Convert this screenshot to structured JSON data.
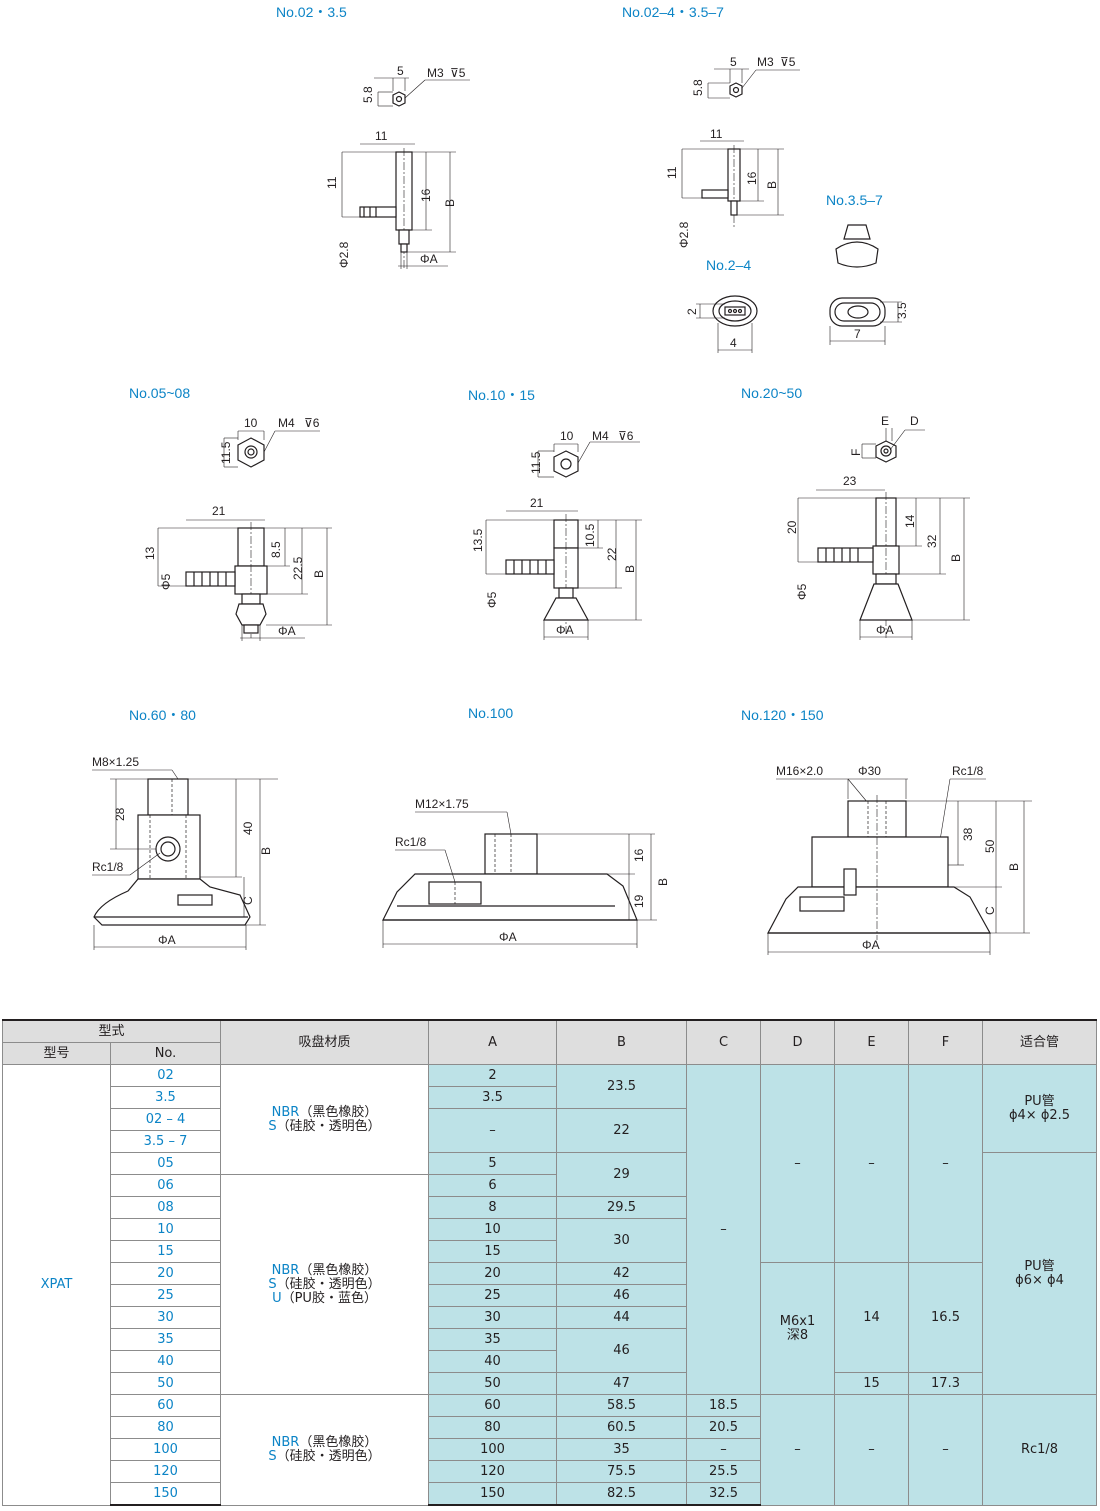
{
  "drawings": {
    "d1": {
      "title": "No.02・3.5",
      "dims": {
        "w": "5",
        "thread": "M3",
        "depth": "5",
        "h": "5.8",
        "off": "11",
        "h2": "11",
        "l": "16",
        "b": "B",
        "d": "Φ2.8",
        "a": "ΦA"
      }
    },
    "d2": {
      "title": "No.02–4・3.5–7",
      "dims": {
        "w": "5",
        "thread": "M3",
        "depth": "5",
        "h": "5.8",
        "off": "11",
        "h2": "11",
        "l": "16",
        "b": "B",
        "d": "Φ2.8"
      }
    },
    "d2b": {
      "title": "No.3.5–7",
      "dims": {
        "w": "7",
        "h": "3.5"
      }
    },
    "d2c": {
      "title": "No.2–4",
      "dims": {
        "w": "4",
        "h": "2"
      }
    },
    "d3": {
      "title": "No.05~08",
      "dims": {
        "w": "10",
        "thread": "M4",
        "depth": "6",
        "h": "11.5",
        "off": "21",
        "h2": "13",
        "l1": "8.5",
        "l2": "22.5",
        "b": "B",
        "d": "Φ5",
        "a": "ΦA"
      }
    },
    "d4": {
      "title": "No.10・15",
      "dims": {
        "w": "10",
        "thread": "M4",
        "depth": "6",
        "h": "11.5",
        "off": "21",
        "h2": "13.5",
        "l1": "10.5",
        "l2": "22",
        "b": "B",
        "d": "Φ5",
        "a": "ΦA"
      }
    },
    "d5": {
      "title": "No.20~50",
      "dims": {
        "e": "E",
        "dd": "D",
        "f": "F",
        "off": "23",
        "h2": "20",
        "l1": "14",
        "l2": "32",
        "b": "B",
        "d": "Φ5",
        "a": "ΦA"
      }
    },
    "d6": {
      "title": "No.60・80",
      "dims": {
        "thread": "M8×1.25",
        "h": "28",
        "rc": "Rc1/8",
        "l": "40",
        "b": "B",
        "c": "C",
        "a": "ΦA"
      }
    },
    "d7": {
      "title": "No.100",
      "dims": {
        "thread": "M12×1.75",
        "rc": "Rc1/8",
        "l1": "16",
        "b": "B",
        "l2": "19",
        "a": "ΦA"
      }
    },
    "d8": {
      "title": "No.120・150",
      "dims": {
        "thread": "M16×2.0",
        "phi": "Φ30",
        "rc": "Rc1/8",
        "l1": "38",
        "l2": "50",
        "b": "B",
        "c": "C",
        "a": "ΦA"
      }
    }
  },
  "table": {
    "header": {
      "type_group": "型式",
      "model": "型号",
      "no": "No.",
      "material": "吸盘材质",
      "a": "A",
      "b": "B",
      "c": "C",
      "d": "D",
      "e": "E",
      "f": "F",
      "tube": "适合管"
    },
    "model": "XPAT",
    "rows": [
      {
        "no": "02",
        "a": "2",
        "b": "23.5"
      },
      {
        "no": "3.5",
        "a": "3.5",
        "b": ""
      },
      {
        "no": "02 – 4",
        "a": "–",
        "b": "22"
      },
      {
        "no": "3.5 – 7",
        "a": "",
        "b": ""
      },
      {
        "no": "05",
        "a": "5",
        "b": "29"
      },
      {
        "no": "06",
        "a": "6",
        "b": ""
      },
      {
        "no": "08",
        "a": "8",
        "b": "29.5"
      },
      {
        "no": "10",
        "a": "10",
        "b": "30"
      },
      {
        "no": "15",
        "a": "15",
        "b": ""
      },
      {
        "no": "20",
        "a": "20",
        "b": "42"
      },
      {
        "no": "25",
        "a": "25",
        "b": "46"
      },
      {
        "no": "30",
        "a": "30",
        "b": "44"
      },
      {
        "no": "35",
        "a": "35",
        "b": "46"
      },
      {
        "no": "40",
        "a": "40",
        "b": ""
      },
      {
        "no": "50",
        "a": "50",
        "b": "47"
      },
      {
        "no": "60",
        "a": "60",
        "b": "58.5",
        "c": "18.5"
      },
      {
        "no": "80",
        "a": "80",
        "b": "60.5",
        "c": "20.5"
      },
      {
        "no": "100",
        "a": "100",
        "b": "35",
        "c": "–"
      },
      {
        "no": "120",
        "a": "120",
        "b": "75.5",
        "c": "25.5"
      },
      {
        "no": "150",
        "a": "150",
        "b": "82.5",
        "c": "32.5"
      }
    ],
    "material_groups": [
      {
        "lines": [
          {
            "m": "NBR",
            "d": "（黑色橡胶）"
          },
          {
            "m": "S",
            "d": "（硅胶・透明色）"
          }
        ]
      },
      {
        "lines": [
          {
            "m": "NBR",
            "d": "（黑色橡胶）"
          },
          {
            "m": "S",
            "d": "（硅胶・透明色）"
          },
          {
            "m": "U",
            "d": "（PU胶・蓝色）"
          }
        ]
      },
      {
        "lines": [
          {
            "m": "NBR",
            "d": "（黑色橡胶）"
          },
          {
            "m": "S",
            "d": "（硅胶・透明色）"
          }
        ]
      }
    ],
    "c_merged": "–",
    "def_top": {
      "d": "–",
      "e": "–",
      "f": "–"
    },
    "def_mid": {
      "d1": "M6x1",
      "d2": "深8",
      "e": "14",
      "f": "16.5",
      "e50": "15",
      "f50": "17.3"
    },
    "def_bot": {
      "d": "–",
      "e": "–",
      "f": "–"
    },
    "tube": [
      {
        "l1": "PU管",
        "l2": "ϕ4× ϕ2.5"
      },
      {
        "l1": "PU管",
        "l2": "ϕ6× ϕ4"
      },
      {
        "l1": "Rc1/8",
        "l2": ""
      }
    ]
  }
}
